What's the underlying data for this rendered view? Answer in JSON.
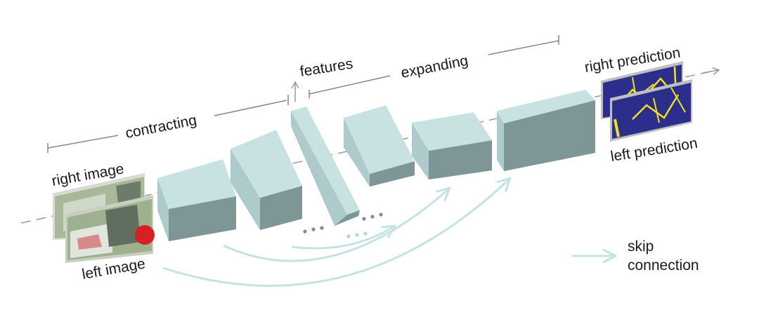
{
  "labels": {
    "right_image": "right image",
    "left_image": "left image",
    "contracting": "contracting",
    "features": "features",
    "expanding": "expanding",
    "right_prediction": "right prediction",
    "left_prediction": "left prediction"
  },
  "legend": {
    "line1": "skip",
    "line2": "connection"
  },
  "colors": {
    "block_front": "#7f9696",
    "block_top": "#c8e2e2",
    "block_side": "#aecbcb",
    "skip_arrow": "#c5e3e3",
    "axis": "#888888",
    "prediction_bg": "#2b2e8c",
    "prediction_mark": "#f0e31a"
  }
}
